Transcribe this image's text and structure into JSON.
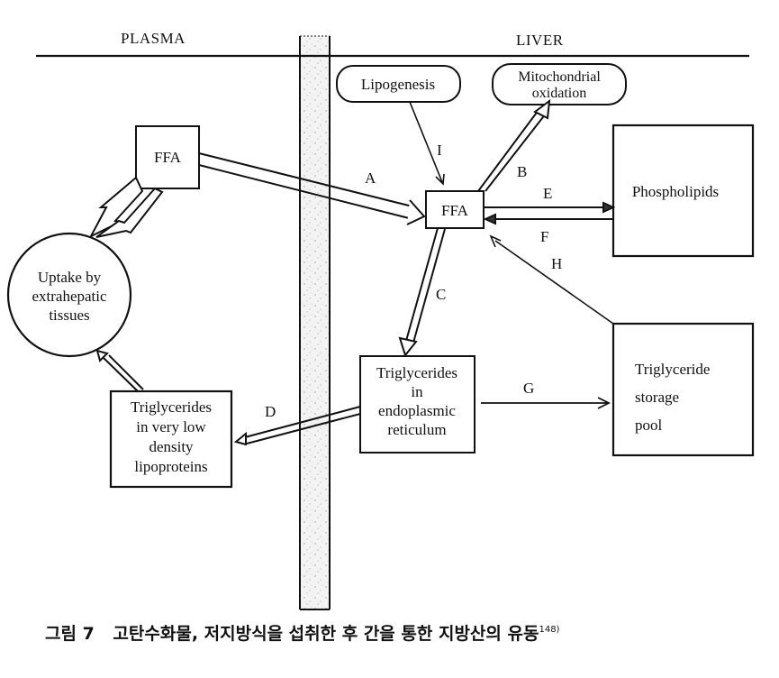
{
  "regions": {
    "plasma": "PLASMA",
    "liver": "LIVER"
  },
  "nodes": {
    "ffa_plasma": "FFA",
    "ffa_liver": "FFA",
    "uptake": [
      "Uptake by",
      "extrahepatic",
      "tissues"
    ],
    "lipogenesis": "Lipogenesis",
    "mito": [
      "Mitochondrial",
      "oxidation"
    ],
    "phospholipids": "Phospholipids",
    "tg_er": [
      "Triglycerides",
      "in",
      "endoplasmic",
      "reticulum"
    ],
    "tg_vldl": [
      "Triglycerides",
      "in very low",
      "density",
      "lipoproteins"
    ],
    "tg_pool": [
      "Triglyceride",
      "storage",
      "pool"
    ]
  },
  "arrows": {
    "A": "A",
    "B": "B",
    "C": "C",
    "D": "D",
    "E": "E",
    "F": "F",
    "G": "G",
    "H": "H",
    "I": "I"
  },
  "caption": {
    "figure": "그림 7",
    "text": "고탄수화물, 저지방식을 섭취한 후 간을 통한 지방산의 유동",
    "ref": "148)"
  }
}
